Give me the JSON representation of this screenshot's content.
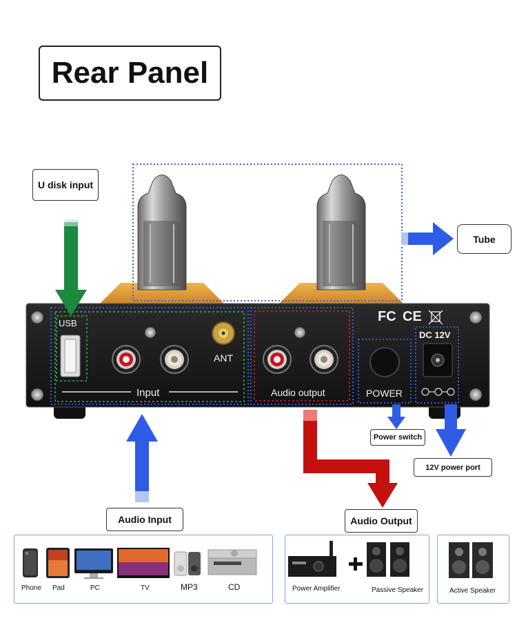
{
  "title": "Rear Panel",
  "callouts": {
    "u_disk_input": "U disk input",
    "tube": "Tube",
    "power_switch": "Power switch",
    "power_port": "12V power port",
    "audio_input": "Audio Input",
    "audio_output": "Audio Output"
  },
  "panel": {
    "usb": "USB",
    "input": "Input",
    "ant": "ANT",
    "audio_output": "Audio output",
    "power": "POWER",
    "dc": "DC 12V",
    "fcc": "FC",
    "ce": "CE"
  },
  "input_devices": [
    "Phone",
    "Pad",
    "PC",
    "TV",
    "MP3",
    "CD"
  ],
  "output_devices": [
    "Power Amplifier",
    "Passive Speaker"
  ],
  "active_device": "Active Speaker",
  "colors": {
    "green_arrow": "#1a8a3c",
    "blue_arrow": "#2f5ce6",
    "red_arrow": "#c51010",
    "tube_base": "#e3a23a",
    "panel": "#1b1b1b"
  }
}
